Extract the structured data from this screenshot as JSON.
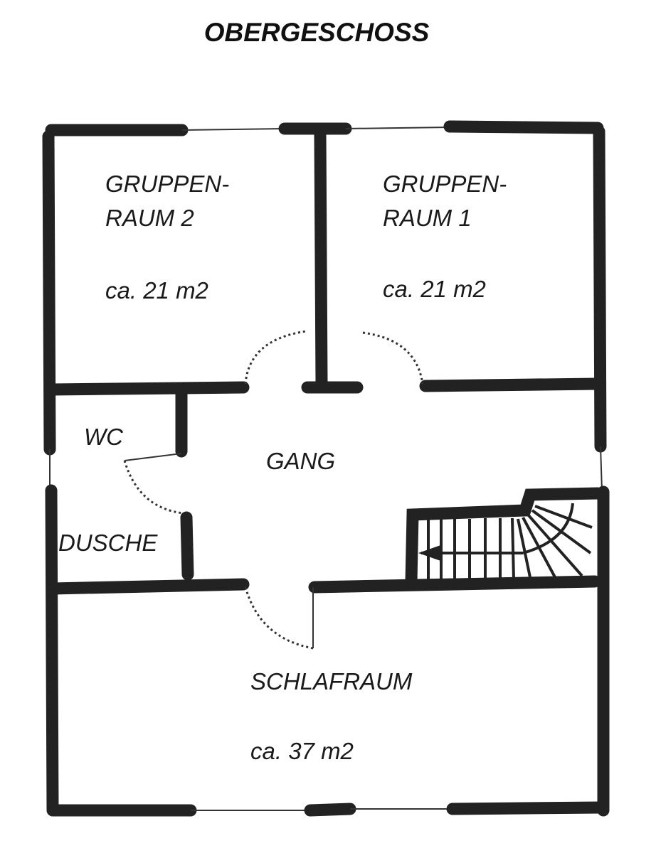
{
  "title": "OBERGESCHOSS",
  "rooms": {
    "gruppenraum2": {
      "line1": "GRUPPEN-",
      "line2": "RAUM  2",
      "area": "ca. 21 m2"
    },
    "gruppenraum1": {
      "line1": "GRUPPEN-",
      "line2": "RAUM  1",
      "area": "ca. 21 m2"
    },
    "wc": {
      "name": "WC"
    },
    "dusche": {
      "name": "DUSCHE"
    },
    "gang": {
      "name": "GANG"
    },
    "schlafraum": {
      "name": "SCHLAFRAUM",
      "area": "ca. 37 m2"
    }
  }
}
